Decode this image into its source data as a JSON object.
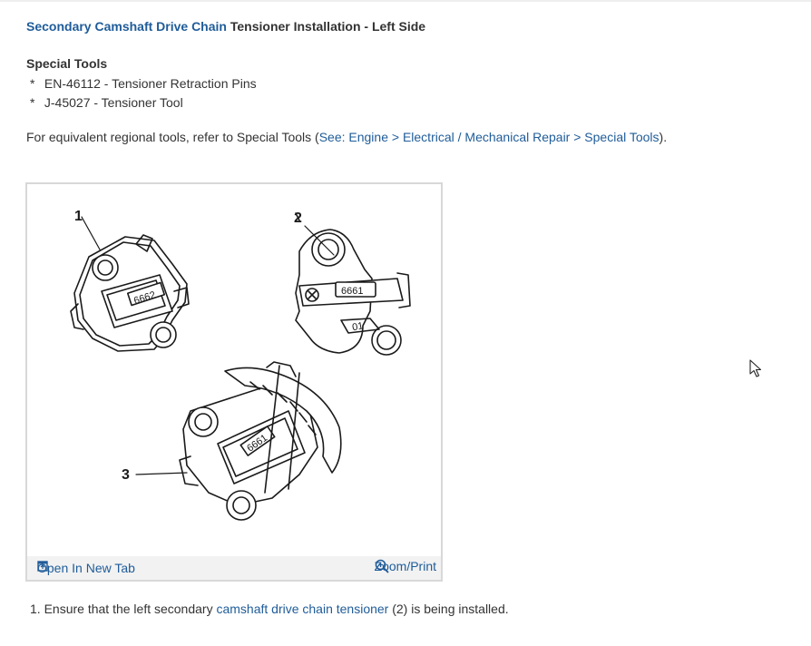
{
  "title": {
    "link": "Secondary Camshaft Drive Chain",
    "rest": "Tensioner Installation - Left Side"
  },
  "special_tools": {
    "heading": "Special Tools",
    "items": [
      {
        "bullet": "*",
        "text": "EN-46112 - Tensioner Retraction Pins"
      },
      {
        "bullet": "*",
        "text": "J-45027 - Tensioner Tool"
      }
    ]
  },
  "equivalent": {
    "prefix": "For equivalent regional tools, refer to Special Tools (",
    "link": "See: Engine > Electrical / Mechanical Repair > Special Tools",
    "suffix": ")."
  },
  "figure": {
    "callouts": [
      "1",
      "2",
      "3"
    ],
    "part_labels": [
      "6662",
      "6661",
      "01",
      "6661"
    ],
    "open_label": "Open In New Tab",
    "zoom_label": "Zoom/Print",
    "icons": {
      "open": "open-new-tab-icon",
      "zoom": "zoom-icon"
    }
  },
  "steps": [
    {
      "number": "1.",
      "prefix": "Ensure that the left secondary",
      "link": "camshaft drive chain tensioner",
      "suffix": "(2) is being installed."
    }
  ],
  "colors": {
    "link": "#1f5c99",
    "text": "#333333",
    "figure_bar": "#f2f2f2"
  },
  "cursor": "mouse-pointer-icon"
}
